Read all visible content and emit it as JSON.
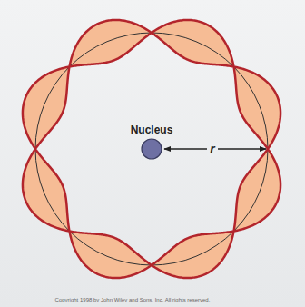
{
  "diagram": {
    "labels": [
      "Nucleus",
      "r",
      "Copyright 1998 by John Wiley and Sons, Inc.  All rights reserved."
    ]
  }
}
